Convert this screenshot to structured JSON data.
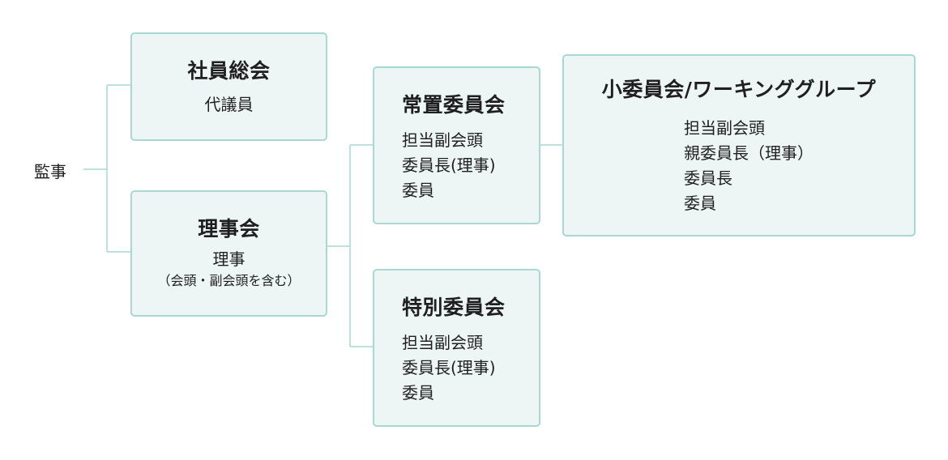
{
  "auditor": {
    "label": "監事"
  },
  "general_meeting": {
    "title": "社員総会",
    "members": [
      "代議員"
    ]
  },
  "board": {
    "title": "理事会",
    "members": [
      "理事"
    ],
    "note": "（会頭・副会頭を含む）"
  },
  "standing_committee": {
    "title": "常置委員会",
    "members": [
      "担当副会頭",
      "委員長(理事)",
      "委員"
    ]
  },
  "special_committee": {
    "title": "特別委員会",
    "members": [
      "担当副会頭",
      "委員長(理事)",
      "委員"
    ]
  },
  "subcommittee": {
    "title": "小委員会/ワーキンググループ",
    "members": [
      "担当副会頭",
      "親委員長（理事）",
      "委員長",
      "委員"
    ]
  },
  "colors": {
    "box_fill": "#edf6f4",
    "box_border": "#a8d8cf",
    "connector": "#a8d8cf",
    "text": "#1f1f1f"
  }
}
